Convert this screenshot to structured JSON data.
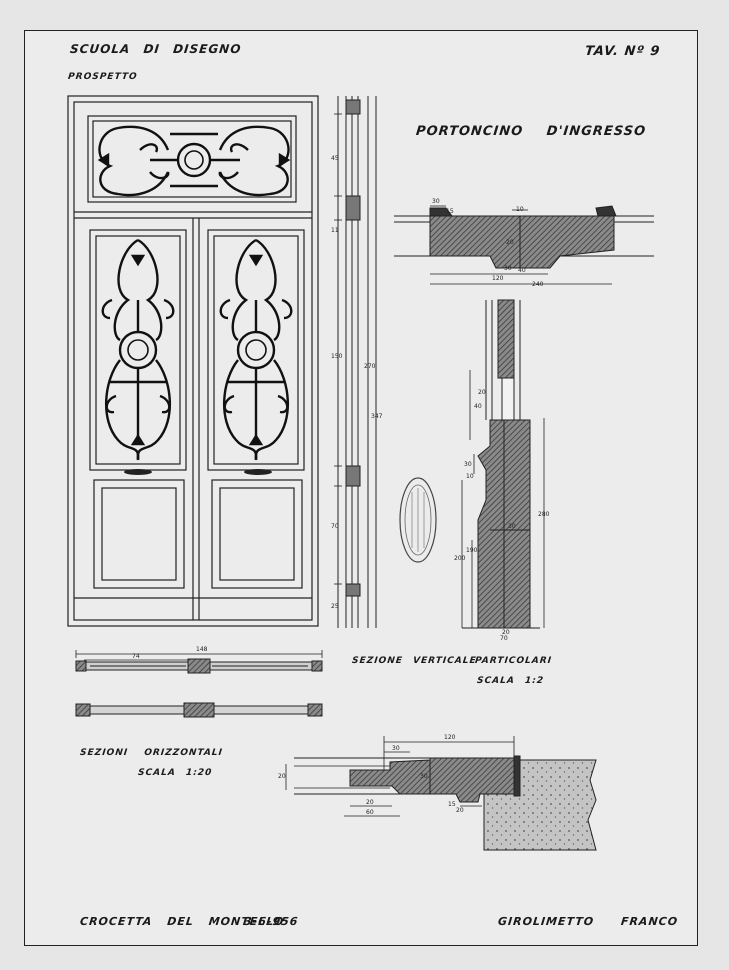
{
  "sheet": {
    "school": "SCUOLA DI DISEGNO",
    "table_number": "TAV. Nº 9",
    "elevation_label": "PROSPETTO",
    "title": "PORTONCINO D'INGRESSO",
    "vertical_section_label": "SEZIONE VERTICALE",
    "details_label": "PARTICOLARI",
    "details_scale": "SCALA 1:2",
    "horizontal_sections_label": "SEZIONI ORIZZONTALI",
    "horizontal_scale": "SCALA 1:20",
    "place": "CROCETTA DEL MONTELLO",
    "date": "3-6-956",
    "author": "GIROLIMETTO FRANCO"
  },
  "colors": {
    "paper": "#ececec",
    "ink": "#1a1a1a",
    "hatch": "#555555",
    "stone": "#bdbdbd"
  }
}
